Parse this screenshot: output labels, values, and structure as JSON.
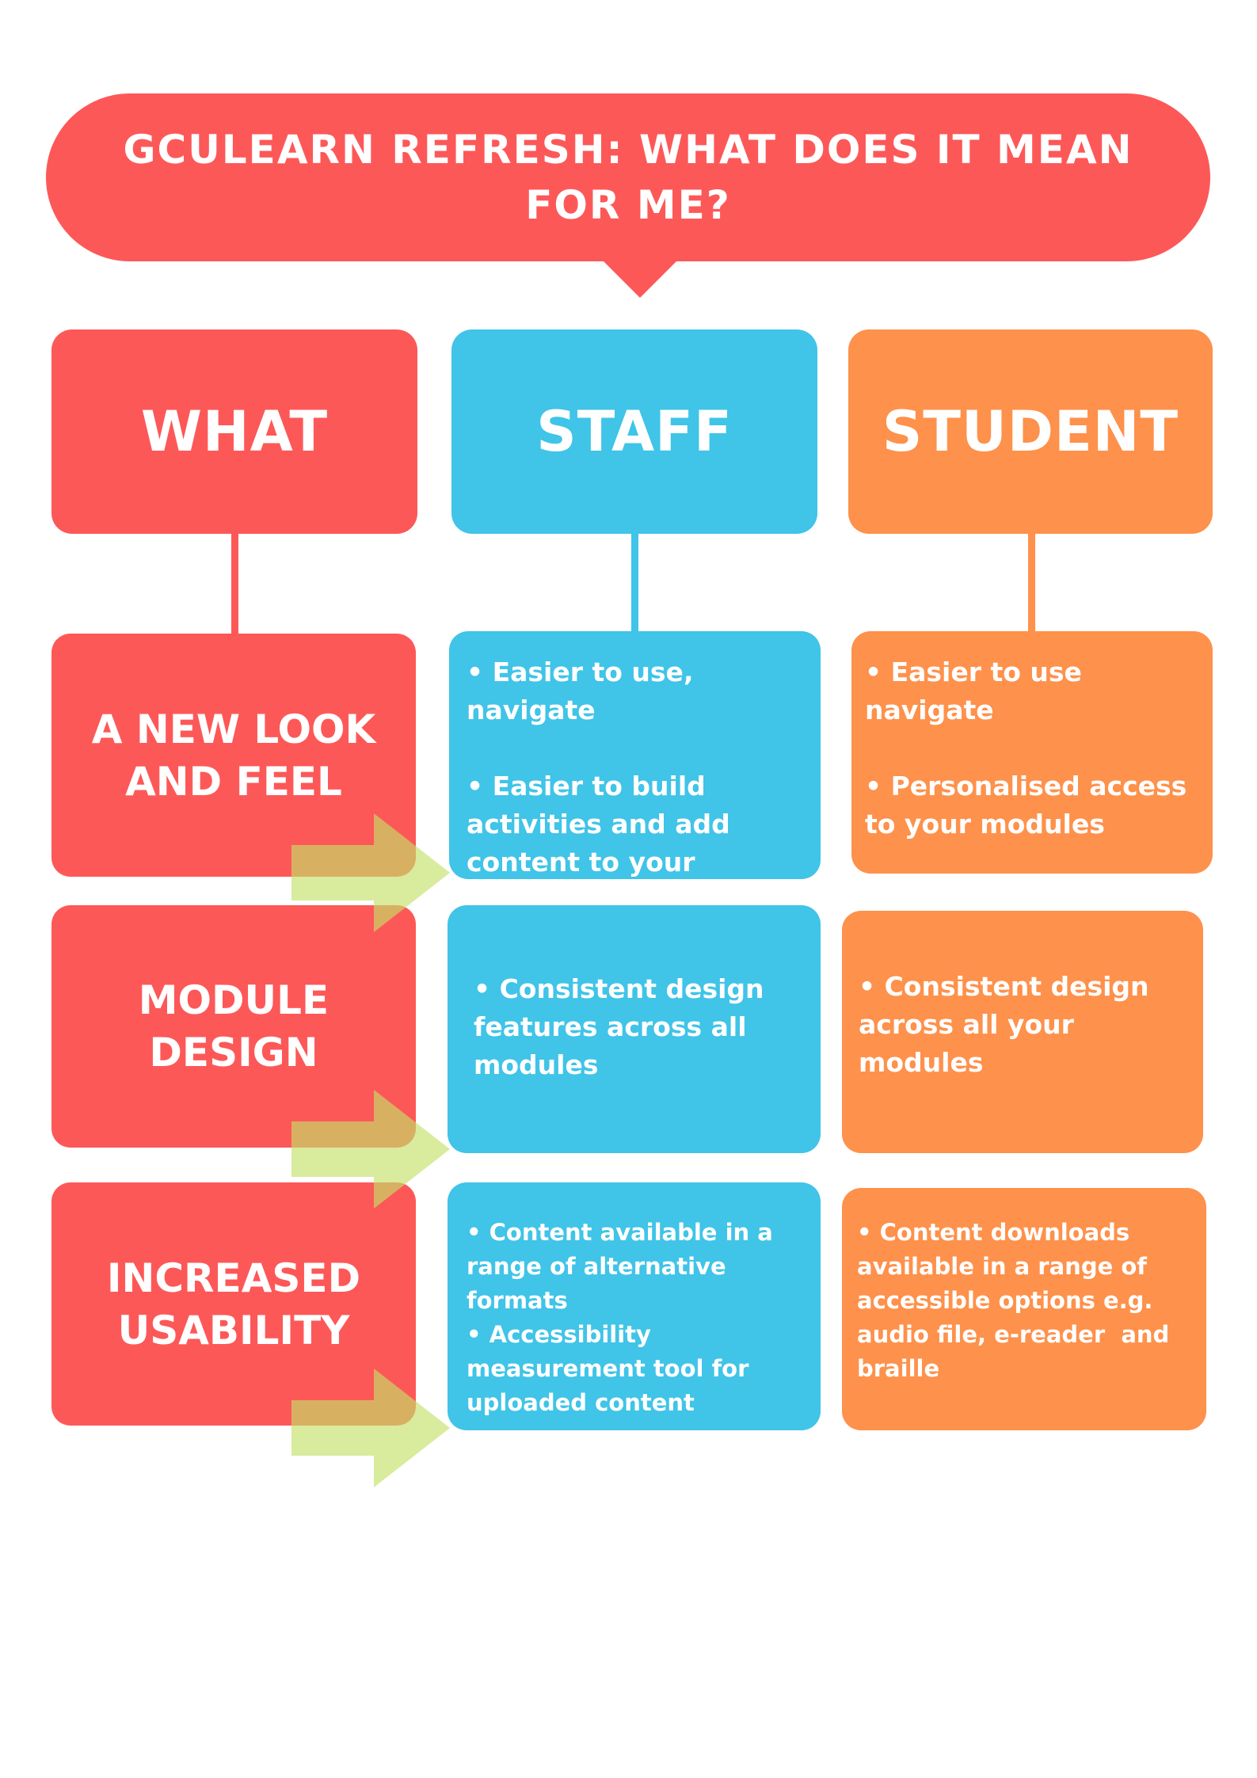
{
  "title": "GCULEARN REFRESH: WHAT DOES IT MEAN FOR ME?",
  "headers": {
    "what": "WHAT",
    "staff": "STAFF",
    "student": "STUDENT"
  },
  "rows": [
    {
      "label": "A NEW LOOK AND FEEL",
      "staff": [
        "• Easier to use, navigate",
        "• Easier to build activities and add content to your modules"
      ],
      "student": [
        "• Easier to use navigate",
        "• Personalised access to your modules"
      ]
    },
    {
      "label": "MODULE DESIGN",
      "staff": [
        "• Consistent design features across all modules"
      ],
      "student": [
        "• Consistent design across all your modules"
      ]
    },
    {
      "label": "INCREASED USABILITY",
      "staff": [
        "• Content available in a range of alternative formats",
        "• Accessibility measurement tool for uploaded content"
      ],
      "student": [
        "• Content downloads available in a range of accessible options e.g. audio file, e-reader  and braille"
      ]
    }
  ],
  "colors": {
    "red": "#fd5858",
    "blue": "#40c4e8",
    "orange": "#fe914b",
    "arrow": "#cde67a"
  },
  "icons": {
    "row_arrow": "right-arrow-icon"
  }
}
